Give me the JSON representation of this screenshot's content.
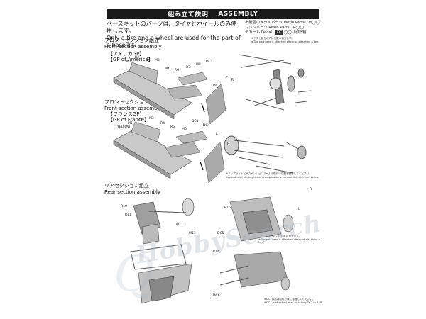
{
  "header": {
    "title_jp": "組み立て説明",
    "title_en": "ASSEMBLY"
  },
  "intro": {
    "line_jp": "ベースキットのパーツは、タイヤとホイールのみ使用します。",
    "line_en": "Only a tire and a wheel are used for the part of a base kit."
  },
  "parts_legend": {
    "metal": "出製品のメタルパーツ Metal Parts：M◯◯",
    "resin": "レジンパーツ Resin Parts：R◯◯",
    "decal_prefix": "デカール Decal：",
    "decal_box": "DC",
    "decal_suffix": "◯◯(反対側)"
  },
  "sections": {
    "front_jp": "フロントセクション組立",
    "front_en": "Front section assembly",
    "rear_jp": "リアセクション組立",
    "rear_en": "Rear section assembly"
  },
  "variants": {
    "america_jp": "【アメリカGP】",
    "america_en": "【GP of America】",
    "france_jp": "【フランスGP】",
    "france_en": "【GP of France】",
    "yellow": "YELLOW"
  },
  "notes": {
    "note1_jp": "※アクセ部分の穴は位置の目安ます。",
    "note1_en": "※The part here is attached after not attaching a key.",
    "note2_jp": "※アップライトとサスペンションアームの取付け位置を調整してください。",
    "note2_en": "※Adjustment of upright and a suspension arm upon the minimum screw.",
    "note3_jp": "※アクセ部分の穴は位置の目安ます。",
    "note3_en": "※The part here is attached after not attaching a key.",
    "note4_jp": "※DC7部品は取付け後に接着してください。",
    "note4_en": "※DC7 is attached after attaching DC7 to R59."
  },
  "labels": {
    "front_top": [
      "M1",
      "R2",
      "R5",
      "M3",
      "M4",
      "R6",
      "R7",
      "M8",
      "DC1",
      "DC2",
      "L",
      "R"
    ],
    "front_mid": [
      "M1",
      "R2",
      "M3",
      "R4",
      "R5",
      "M6",
      "DC3",
      "DC4",
      "L",
      "R",
      "YELLOW"
    ],
    "rear": [
      "R10",
      "R11",
      "M12",
      "M13",
      "R14",
      "R15",
      "DC5",
      "DC6",
      "L",
      "R"
    ]
  },
  "watermark": {
    "brand": "HobbySearch"
  }
}
